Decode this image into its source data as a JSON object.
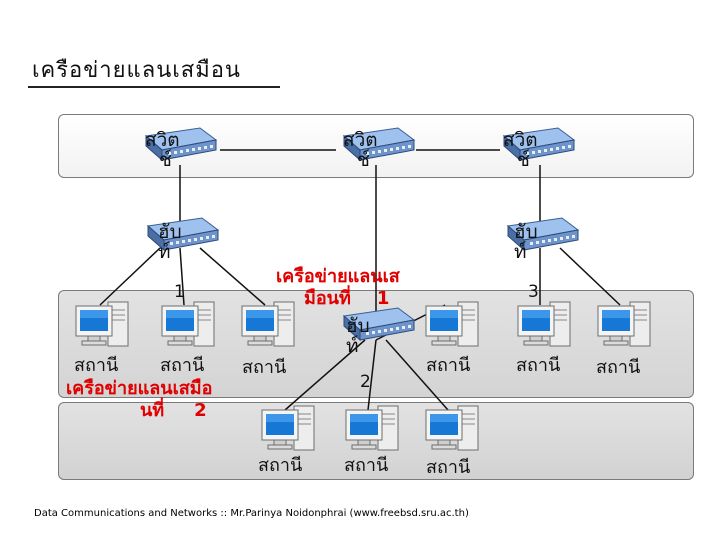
{
  "title": "เครือข่ายแลนเสมือน",
  "switch_label_line1": "สวิต",
  "switch_label_line2": "ช์",
  "hub_label_line1": "ฮับ",
  "hub_label_line2": "ท์",
  "hub_numbers": [
    "1",
    "2",
    "3"
  ],
  "station_label": "สถานี",
  "vlan1_line1": "เครือข่ายแลนเส",
  "vlan1_line2": "มือนที่",
  "vlan1_number": "1",
  "vlan2_line1": "เครือข่ายแลนเสมือ",
  "vlan2_line2": "นที่",
  "vlan2_number": "2",
  "footer": "Data Communications and Networks :: Mr.Parinya Noidonphrai (www.freebsd.sru.ac.th)",
  "colors": {
    "vlan_label": "#e00000",
    "band_border": "#7a7a7a",
    "device_blue": "#5b8fd6"
  }
}
